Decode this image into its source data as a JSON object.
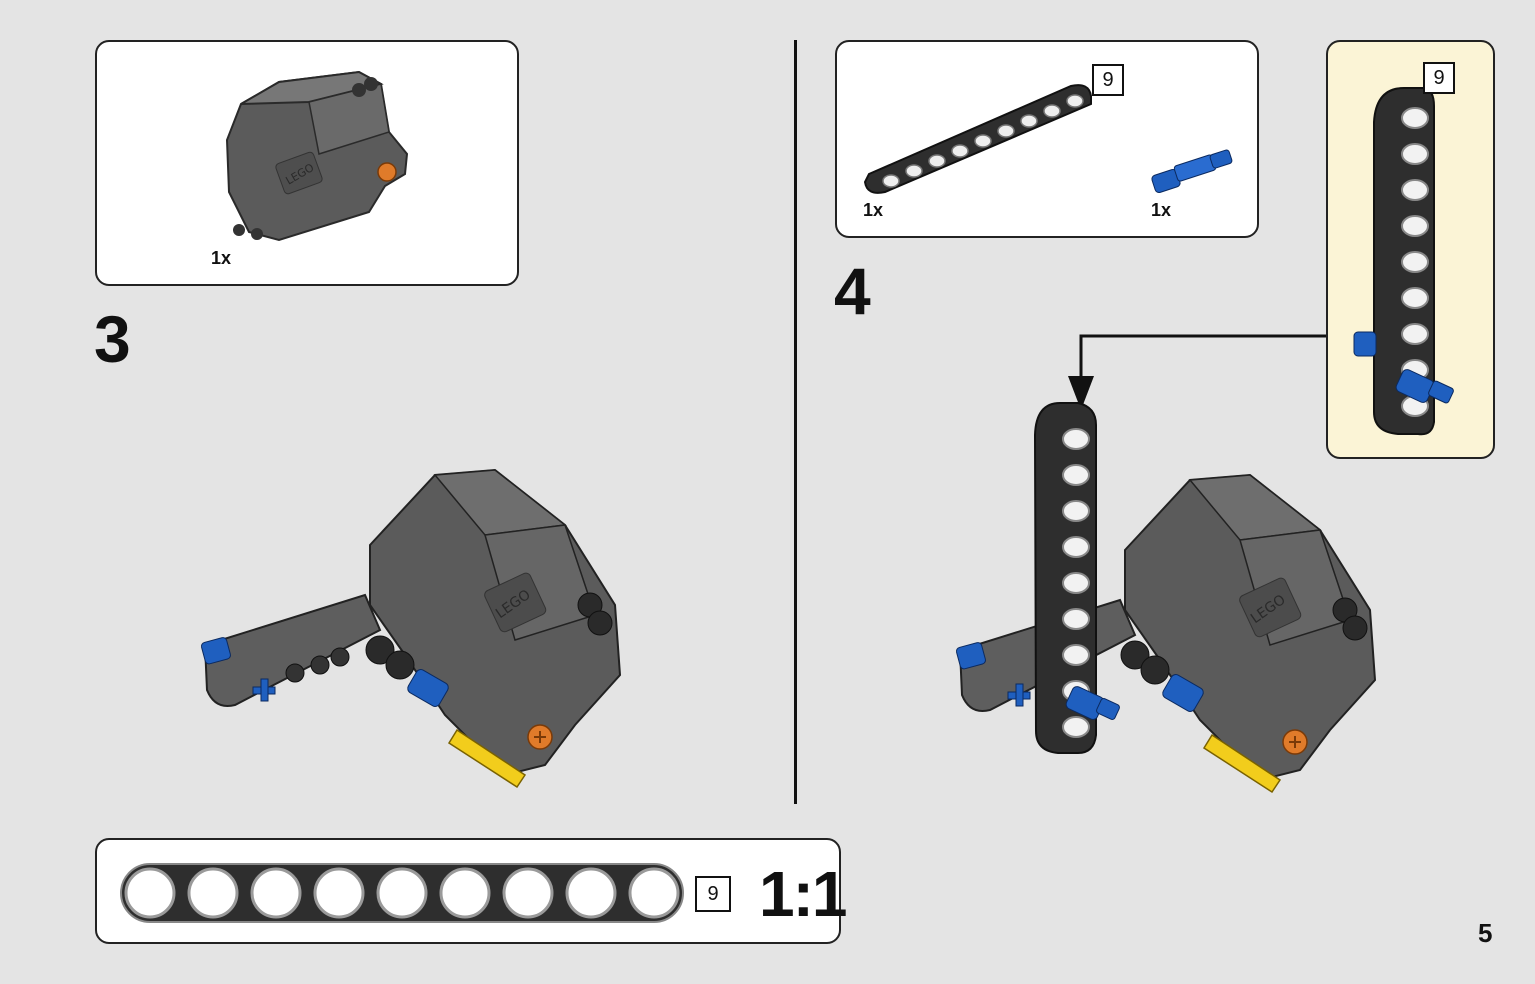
{
  "step3": {
    "number": "3",
    "parts": [
      {
        "name": "motor-housing",
        "quantity": "1x"
      }
    ]
  },
  "step4": {
    "number": "4",
    "parts": [
      {
        "name": "liftarm-beam",
        "quantity": "1x",
        "length": "9"
      },
      {
        "name": "blue-pin",
        "quantity": "1x"
      }
    ],
    "subassembly_length": "9"
  },
  "scale_ruler": {
    "length": "9",
    "ratio": "1:1",
    "holes": 9
  },
  "page_number": "5",
  "colors": {
    "background": "#e4e4e4",
    "panel": "#ffffff",
    "callout": "#fbf4d6",
    "dark_gray": "#5b5b5b",
    "black_beam": "#2e2e2e",
    "blue": "#1f5fbf",
    "yellow": "#f2cd1c",
    "orange": "#e07b2a"
  },
  "icons": [
    "lego-logo-icon",
    "arrow-down-icon"
  ]
}
